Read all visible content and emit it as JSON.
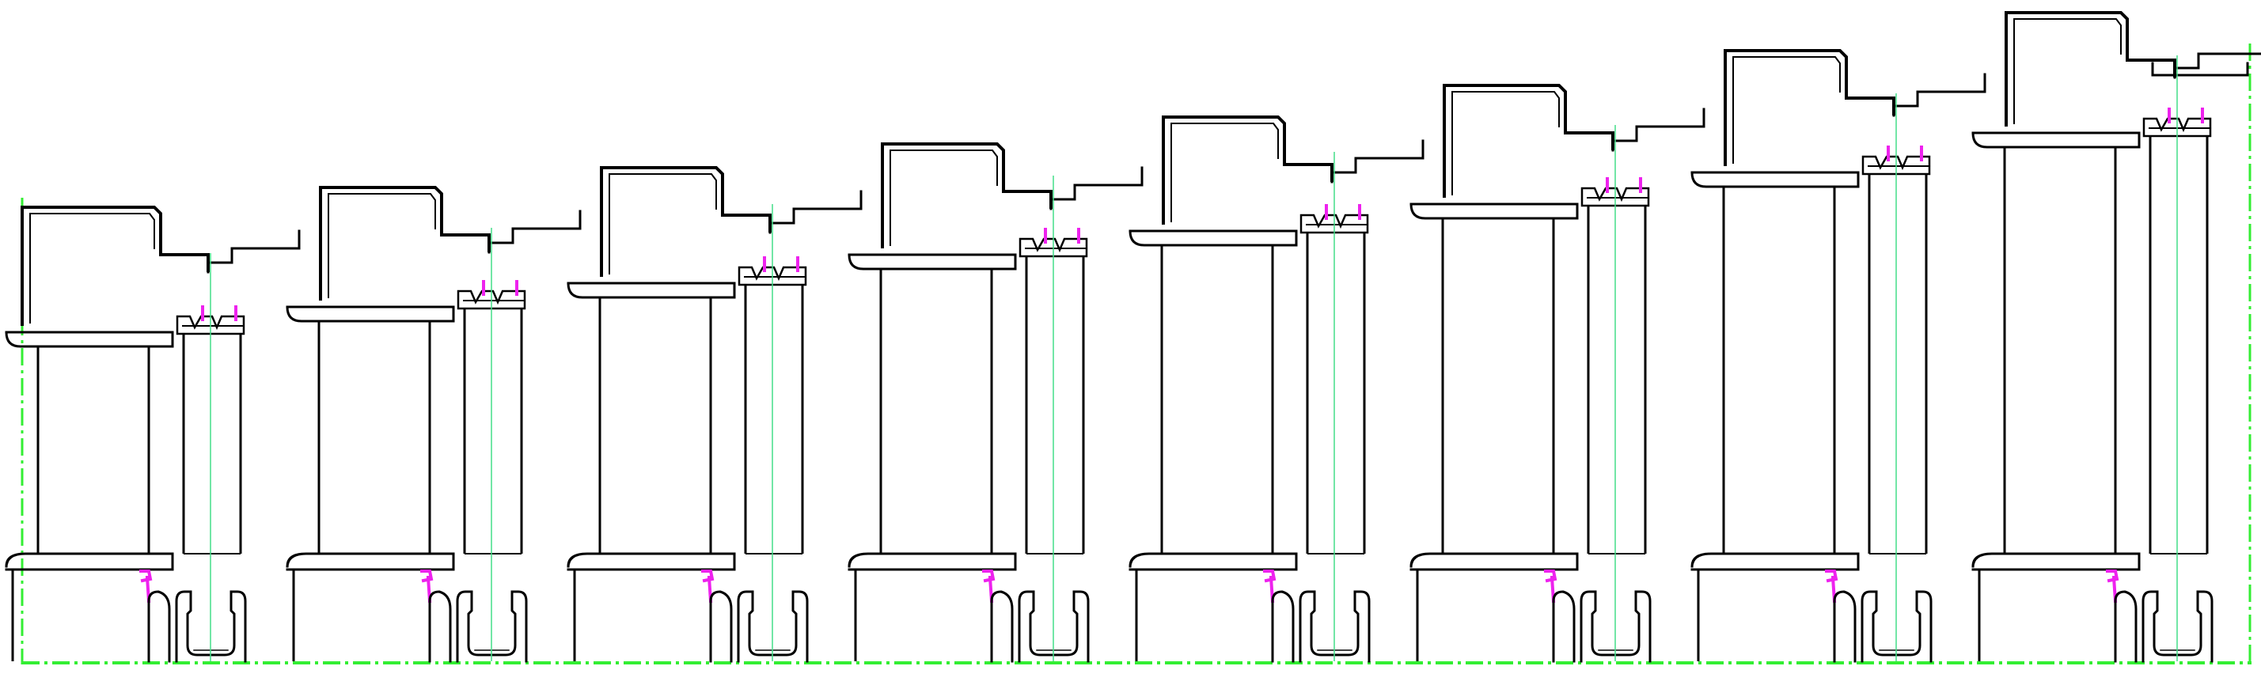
{
  "drawing": {
    "kind": "cad-cross-section",
    "stage_count": 8,
    "colors": {
      "background": "#ffffff",
      "outline": "#000000",
      "centerline": "#44dd88",
      "boundary": "#33ee33",
      "seal_marker": "#ee22ee"
    },
    "stages": [
      {
        "id": 1
      },
      {
        "id": 2
      },
      {
        "id": 3
      },
      {
        "id": 4
      },
      {
        "id": 5
      },
      {
        "id": 6
      },
      {
        "id": 7
      },
      {
        "id": 8
      }
    ]
  }
}
